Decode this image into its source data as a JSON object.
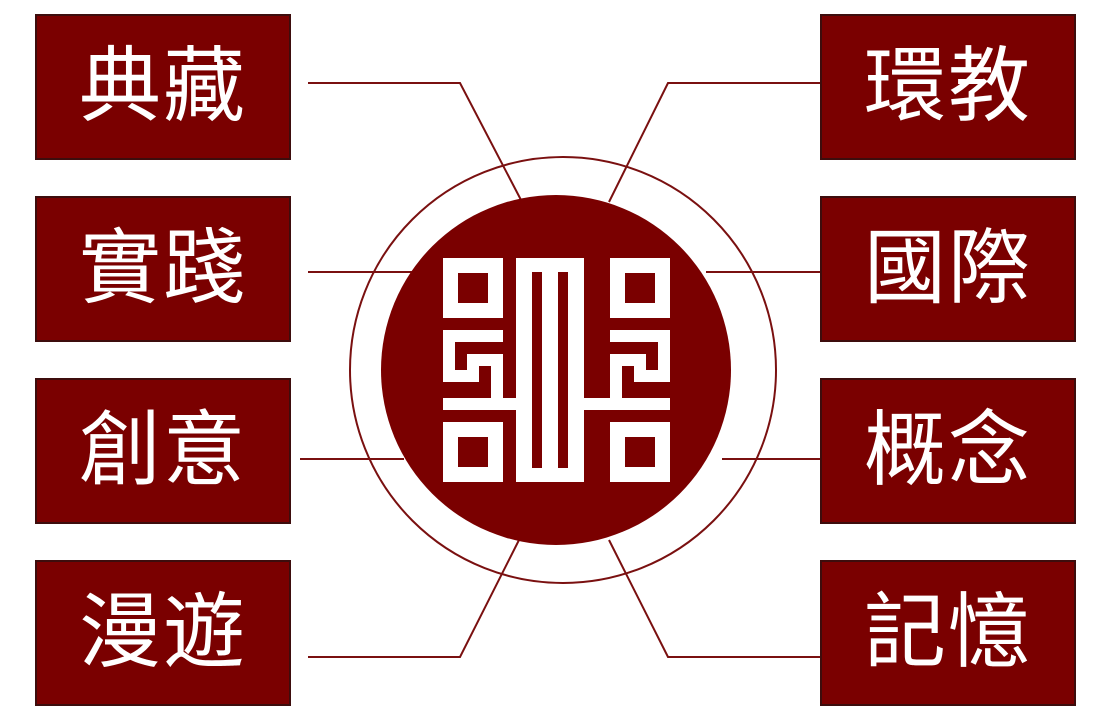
{
  "colors": {
    "box_fill": "#7a0000",
    "box_border": "#3d0d0d",
    "connector_line": "#7a1010",
    "emblem_fill": "#7a0000",
    "emblem_pattern": "#ffffff",
    "label_text": "#ffffff"
  },
  "emblem": {
    "icon": "square-kufic-seal-icon"
  },
  "left_labels": [
    {
      "text": "典藏"
    },
    {
      "text": "實踐"
    },
    {
      "text": "創意"
    },
    {
      "text": "漫遊"
    }
  ],
  "right_labels": [
    {
      "text": "環教"
    },
    {
      "text": "國際"
    },
    {
      "text": "概念"
    },
    {
      "text": "記憶"
    }
  ]
}
